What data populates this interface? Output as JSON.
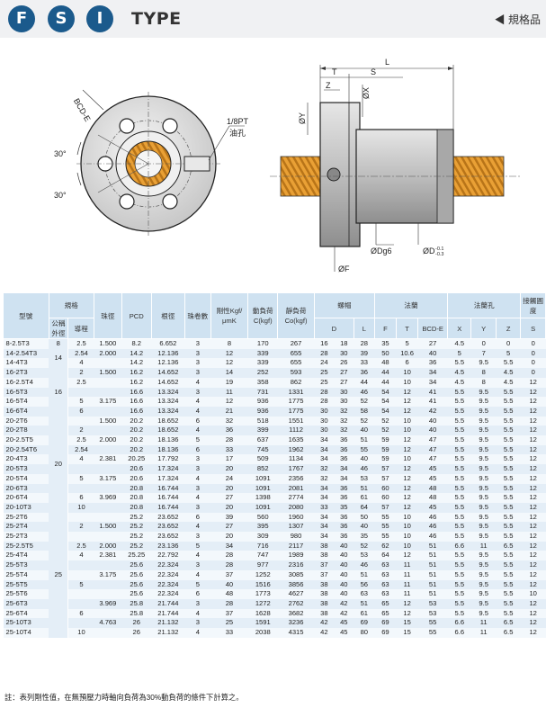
{
  "header": {
    "badges": [
      "F",
      "S",
      "I"
    ],
    "title": "TYPE",
    "nav": "◀ 規格品"
  },
  "drawing": {
    "bcd_label": "BCD-E",
    "angle_top": "30°",
    "angle_bottom": "30°",
    "port_label": "1/8PT",
    "port_label2": "油孔",
    "dim_L": "L",
    "dim_T": "T",
    "dim_S": "S",
    "dim_Z": "Z",
    "dim_X": "ØX",
    "dim_Y": "ØY",
    "dim_Dg6": "ØDg6",
    "dim_D": "ØD",
    "dim_D_tol1": "-0.1",
    "dim_D_tol2": "-0.3",
    "dim_F": "ØF"
  },
  "table": {
    "headers": {
      "model": "型號",
      "spec": "規格",
      "nominal": "公稱外徑",
      "lead": "導程",
      "ball": "珠徑",
      "pcd": "PCD",
      "root": "根徑",
      "circuits": "珠卷數",
      "stiffness": "剛性Kgf/μmK",
      "dyn": "動負荷C(kgf)",
      "stat": "靜負荷Co(kgf)",
      "nut": "螺帽",
      "flange": "法蘭",
      "holes": "法蘭孔",
      "wiper": "接觸圓度",
      "D": "D",
      "L": "L",
      "F": "F",
      "T": "T",
      "BCD": "BCD-E",
      "X": "X",
      "Y": "Y",
      "Z": "Z",
      "S": "S"
    },
    "rows": [
      [
        "8-2.5T3",
        "2.5",
        "1.500",
        "8.2",
        "6.652",
        "3",
        "8",
        "170",
        "267",
        "16",
        "18",
        "28",
        "35",
        "5",
        "27",
        "4.5",
        "0",
        "0",
        "0"
      ],
      [
        "14-2.54T3",
        "2.54",
        "2.000",
        "14.2",
        "12.136",
        "3",
        "12",
        "339",
        "655",
        "28",
        "30",
        "39",
        "50",
        "10.6",
        "40",
        "5",
        "7",
        "5",
        "0"
      ],
      [
        "14-4T3",
        "4",
        "",
        "14.2",
        "12.136",
        "3",
        "12",
        "339",
        "655",
        "24",
        "26",
        "33",
        "48",
        "6",
        "36",
        "5.5",
        "9.5",
        "5.5",
        "0"
      ],
      [
        "16-2T3",
        "2",
        "1.500",
        "16.2",
        "14.652",
        "3",
        "14",
        "252",
        "593",
        "25",
        "27",
        "36",
        "44",
        "10",
        "34",
        "4.5",
        "8",
        "4.5",
        "0"
      ],
      [
        "16-2.5T4",
        "2.5",
        "",
        "16.2",
        "14.652",
        "4",
        "19",
        "358",
        "862",
        "25",
        "27",
        "44",
        "44",
        "10",
        "34",
        "4.5",
        "8",
        "4.5",
        "12"
      ],
      [
        "16-5T3",
        "",
        "",
        "16.6",
        "13.324",
        "3",
        "11",
        "731",
        "1331",
        "28",
        "30",
        "46",
        "54",
        "12",
        "41",
        "5.5",
        "9.5",
        "5.5",
        "12"
      ],
      [
        "16-5T4",
        "5",
        "3.175",
        "16.6",
        "13.324",
        "4",
        "12",
        "936",
        "1775",
        "28",
        "30",
        "52",
        "54",
        "12",
        "41",
        "5.5",
        "9.5",
        "5.5",
        "12"
      ],
      [
        "16-6T4",
        "6",
        "",
        "16.6",
        "13.324",
        "4",
        "21",
        "936",
        "1775",
        "30",
        "32",
        "58",
        "54",
        "12",
        "42",
        "5.5",
        "9.5",
        "5.5",
        "12"
      ],
      [
        "20-2T6",
        "",
        "1.500",
        "20.2",
        "18.652",
        "6",
        "32",
        "518",
        "1551",
        "30",
        "32",
        "52",
        "52",
        "10",
        "40",
        "5.5",
        "9.5",
        "5.5",
        "12"
      ],
      [
        "20-2T8",
        "2",
        "",
        "20.2",
        "18.652",
        "4",
        "36",
        "399",
        "1112",
        "30",
        "32",
        "40",
        "52",
        "10",
        "40",
        "5.5",
        "9.5",
        "5.5",
        "12"
      ],
      [
        "20-2.5T5",
        "2.5",
        "2.000",
        "20.2",
        "18.136",
        "5",
        "28",
        "637",
        "1635",
        "34",
        "36",
        "51",
        "59",
        "12",
        "47",
        "5.5",
        "9.5",
        "5.5",
        "12"
      ],
      [
        "20-2.54T6",
        "2.54",
        "",
        "20.2",
        "18.136",
        "6",
        "33",
        "745",
        "1962",
        "34",
        "36",
        "55",
        "59",
        "12",
        "47",
        "5.5",
        "9.5",
        "5.5",
        "12"
      ],
      [
        "20-4T3",
        "4",
        "2.381",
        "20.25",
        "17.792",
        "3",
        "17",
        "509",
        "1134",
        "34",
        "36",
        "40",
        "59",
        "10",
        "47",
        "5.5",
        "9.5",
        "5.5",
        "12"
      ],
      [
        "20-5T3",
        "",
        "",
        "20.6",
        "17.324",
        "3",
        "20",
        "852",
        "1767",
        "32",
        "34",
        "46",
        "57",
        "12",
        "45",
        "5.5",
        "9.5",
        "5.5",
        "12"
      ],
      [
        "20-5T4",
        "5",
        "3.175",
        "20.6",
        "17.324",
        "4",
        "24",
        "1091",
        "2356",
        "32",
        "34",
        "53",
        "57",
        "12",
        "45",
        "5.5",
        "9.5",
        "5.5",
        "12"
      ],
      [
        "20-6T3",
        "",
        "",
        "20.8",
        "16.744",
        "3",
        "20",
        "1091",
        "2081",
        "34",
        "36",
        "51",
        "60",
        "12",
        "48",
        "5.5",
        "9.5",
        "5.5",
        "12"
      ],
      [
        "20-6T4",
        "6",
        "3.969",
        "20.8",
        "16.744",
        "4",
        "27",
        "1398",
        "2774",
        "34",
        "36",
        "61",
        "60",
        "12",
        "48",
        "5.5",
        "9.5",
        "5.5",
        "12"
      ],
      [
        "20-10T3",
        "10",
        "",
        "20.8",
        "16.744",
        "3",
        "20",
        "1091",
        "2080",
        "33",
        "35",
        "64",
        "57",
        "12",
        "45",
        "5.5",
        "9.5",
        "5.5",
        "12"
      ],
      [
        "25-2T6",
        "",
        "",
        "25.2",
        "23.652",
        "6",
        "39",
        "560",
        "1960",
        "34",
        "36",
        "50",
        "55",
        "10",
        "46",
        "5.5",
        "9.5",
        "5.5",
        "12"
      ],
      [
        "25-2T4",
        "2",
        "1.500",
        "25.2",
        "23.652",
        "4",
        "27",
        "395",
        "1307",
        "34",
        "36",
        "40",
        "55",
        "10",
        "46",
        "5.5",
        "9.5",
        "5.5",
        "12"
      ],
      [
        "25-2T3",
        "",
        "",
        "25.2",
        "23.652",
        "3",
        "20",
        "309",
        "980",
        "34",
        "36",
        "35",
        "55",
        "10",
        "46",
        "5.5",
        "9.5",
        "5.5",
        "12"
      ],
      [
        "25-2.5T5",
        "2.5",
        "2.000",
        "25.2",
        "23.136",
        "5",
        "34",
        "716",
        "2117",
        "38",
        "40",
        "52",
        "62",
        "10",
        "51",
        "6.6",
        "11",
        "6.5",
        "12"
      ],
      [
        "25-4T4",
        "4",
        "2.381",
        "25.25",
        "22.792",
        "4",
        "28",
        "747",
        "1989",
        "38",
        "40",
        "53",
        "64",
        "12",
        "51",
        "5.5",
        "9.5",
        "5.5",
        "12"
      ],
      [
        "25-5T3",
        "",
        "",
        "25.6",
        "22.324",
        "3",
        "28",
        "977",
        "2316",
        "37",
        "40",
        "46",
        "63",
        "11",
        "51",
        "5.5",
        "9.5",
        "5.5",
        "12"
      ],
      [
        "25-5T4",
        "",
        "3.175",
        "25.6",
        "22.324",
        "4",
        "37",
        "1252",
        "3085",
        "37",
        "40",
        "51",
        "63",
        "11",
        "51",
        "5.5",
        "9.5",
        "5.5",
        "12"
      ],
      [
        "25-5T5",
        "5",
        "",
        "25.6",
        "22.324",
        "5",
        "40",
        "1516",
        "3856",
        "38",
        "40",
        "56",
        "63",
        "11",
        "51",
        "5.5",
        "9.5",
        "5.5",
        "12"
      ],
      [
        "25-5T6",
        "",
        "",
        "25.6",
        "22.324",
        "6",
        "48",
        "1773",
        "4627",
        "38",
        "40",
        "63",
        "63",
        "11",
        "51",
        "5.5",
        "9.5",
        "5.5",
        "10"
      ],
      [
        "25-6T3",
        "",
        "3.969",
        "25.8",
        "21.744",
        "3",
        "28",
        "1272",
        "2762",
        "38",
        "42",
        "51",
        "65",
        "12",
        "53",
        "5.5",
        "9.5",
        "5.5",
        "12"
      ],
      [
        "25-6T4",
        "6",
        "",
        "25.8",
        "21.744",
        "4",
        "37",
        "1628",
        "3682",
        "38",
        "42",
        "61",
        "65",
        "12",
        "53",
        "5.5",
        "9.5",
        "5.5",
        "12"
      ],
      [
        "25-10T3",
        "",
        "4.763",
        "26",
        "21.132",
        "3",
        "25",
        "1591",
        "3236",
        "42",
        "45",
        "69",
        "69",
        "15",
        "55",
        "6.6",
        "11",
        "6.5",
        "12"
      ],
      [
        "25-10T4",
        "10",
        "",
        "26",
        "21.132",
        "4",
        "33",
        "2038",
        "4315",
        "42",
        "45",
        "80",
        "69",
        "15",
        "55",
        "6.6",
        "11",
        "6.5",
        "12"
      ]
    ],
    "nominal_groups": [
      {
        "label": "8",
        "start": 0,
        "span": 1
      },
      {
        "label": "14",
        "start": 1,
        "span": 2
      },
      {
        "label": "16",
        "start": 3,
        "span": 5
      },
      {
        "label": "20",
        "start": 8,
        "span": 10
      },
      {
        "label": "25",
        "start": 18,
        "span": 13
      }
    ]
  },
  "footnote": "註：表列剛性值，在無預壓力時軸向負荷為30%動負荷的條件下計算之。",
  "colors": {
    "badge": "#1b5a8c",
    "header_bg": "#f0f1f3",
    "table_header": "#cfe2f1",
    "row_light": "#f3f8fc",
    "row_dark": "#e4eef7"
  }
}
